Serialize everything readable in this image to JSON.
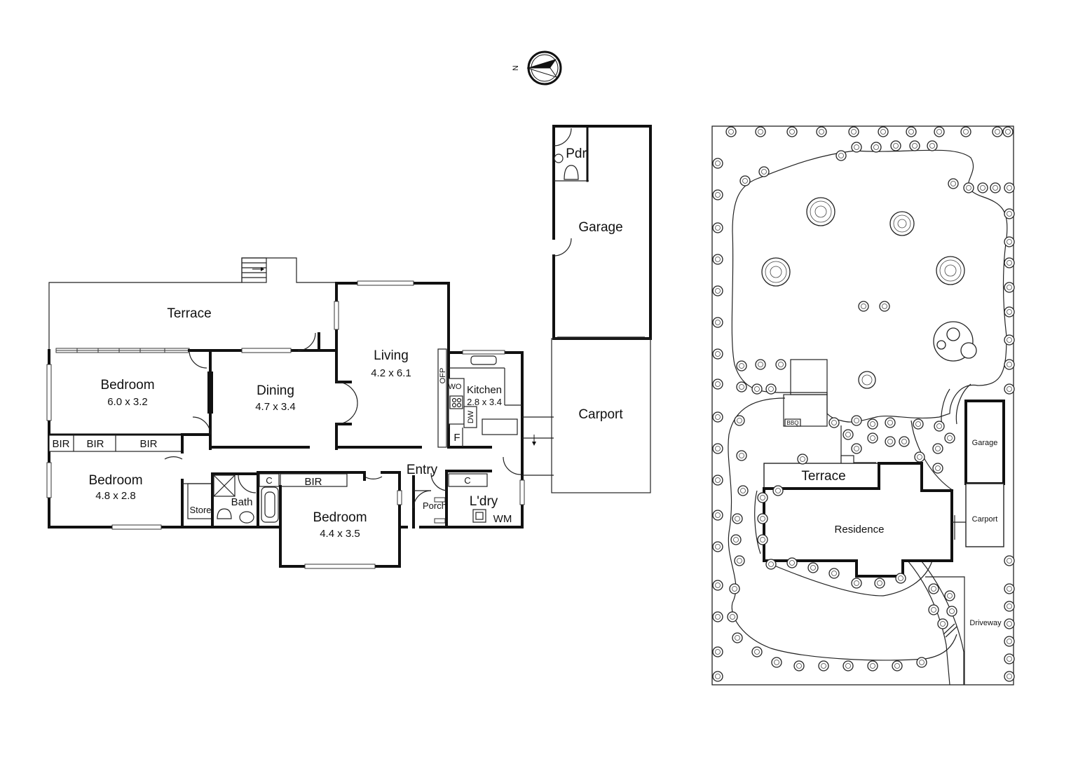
{
  "compass": {
    "north_letter": "N"
  },
  "floor_plan": {
    "terrace": "Terrace",
    "bedroom1": {
      "name": "Bedroom",
      "dims": "6.0 x 3.2"
    },
    "bedroom2": {
      "name": "Bedroom",
      "dims": "4.8 x 2.8"
    },
    "bedroom3": {
      "name": "Bedroom",
      "dims": "4.4 x 3.5"
    },
    "dining": {
      "name": "Dining",
      "dims": "4.7 x 3.4"
    },
    "living": {
      "name": "Living",
      "dims": "4.2 x 6.1"
    },
    "kitchen": {
      "name": "Kitchen",
      "dims": "2.8 x 3.4"
    },
    "garage": "Garage",
    "pdr": "Pdr",
    "carport": "Carport",
    "entry": "Entry",
    "porch": "Porch",
    "laundry": "L'dry",
    "wm": "WM",
    "store": "Store",
    "bath": "Bath",
    "bir": "BIR",
    "cupboard": "C",
    "ofp": "OFP",
    "wo": "WO",
    "dw": "DW",
    "fridge": "F"
  },
  "site_plan": {
    "terrace": "Terrace",
    "residence": "Residence",
    "garage": "Garage",
    "carport": "Carport",
    "driveway": "Driveway",
    "bbq": "BBQ"
  }
}
